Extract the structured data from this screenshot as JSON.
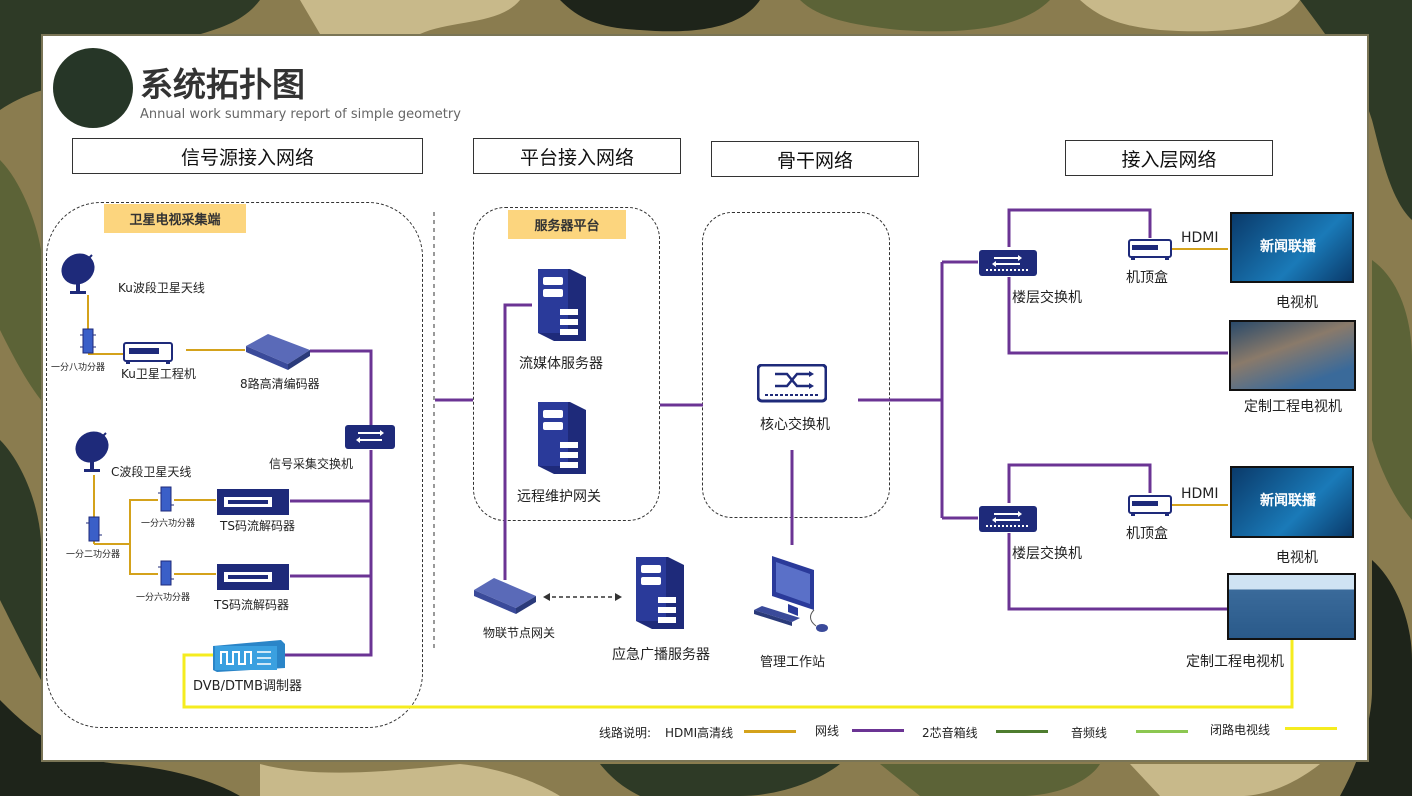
{
  "colors": {
    "camo": [
      "#8a7c4f",
      "#2e3a26",
      "#5c6337",
      "#c8b98a",
      "#1e241a"
    ],
    "accent_dark": "#263627",
    "device_navy": "#1e2a7a",
    "net_line": "#6b3494",
    "hdmi_line": "#d4a21b",
    "audio2_line": "#4e7d2f",
    "audio_line": "#8cc751",
    "cctv_line": "#f5ec1f",
    "tag_fill": "#fcd57e"
  },
  "title": {
    "main": "系统拓扑图",
    "subtitle": "Annual work summary report of simple geometry"
  },
  "sections": [
    "信号源接入网络",
    "平台接入网络",
    "骨干网络",
    "接入层网络"
  ],
  "tags": {
    "satellite": "卫星电视采集端",
    "server": "服务器平台"
  },
  "labels": {
    "ku_antenna": "Ku波段卫星天线",
    "splitter8": "一分八功分器",
    "ku_receiver": "Ku卫星工程机",
    "encoder": "8路高清编码器",
    "signal_switch": "信号采集交换机",
    "c_antenna": "C波段卫星天线",
    "splitter6a": "一分六功分器",
    "splitter2": "一分二功分器",
    "splitter6b": "一分六功分器",
    "ts1": "TS码流解码器",
    "ts2": "TS码流解码器",
    "modulator": "DVB/DTMB调制器",
    "stream_server": "流媒体服务器",
    "remote_gw": "远程维护网关",
    "iot_gw": "物联节点网关",
    "emergency": "应急广播服务器",
    "core_switch": "核心交换机",
    "workstation": "管理工作站",
    "floor_switch1": "楼层交换机",
    "floor_switch2": "楼层交换机",
    "stb1": "机顶盒",
    "stb2": "机顶盒",
    "hdmi1": "HDMI",
    "hdmi2": "HDMI",
    "tv1": "电视机",
    "tv2": "电视机",
    "custom_tv1": "定制工程电视机",
    "custom_tv2": "定制工程电视机",
    "tv_screen_text": "新闻联播"
  },
  "legend": {
    "prefix": "线路说明:",
    "items": [
      "HDMI高清线",
      "网线",
      "2芯音箱线",
      "音频线",
      "闭路电视线"
    ]
  }
}
